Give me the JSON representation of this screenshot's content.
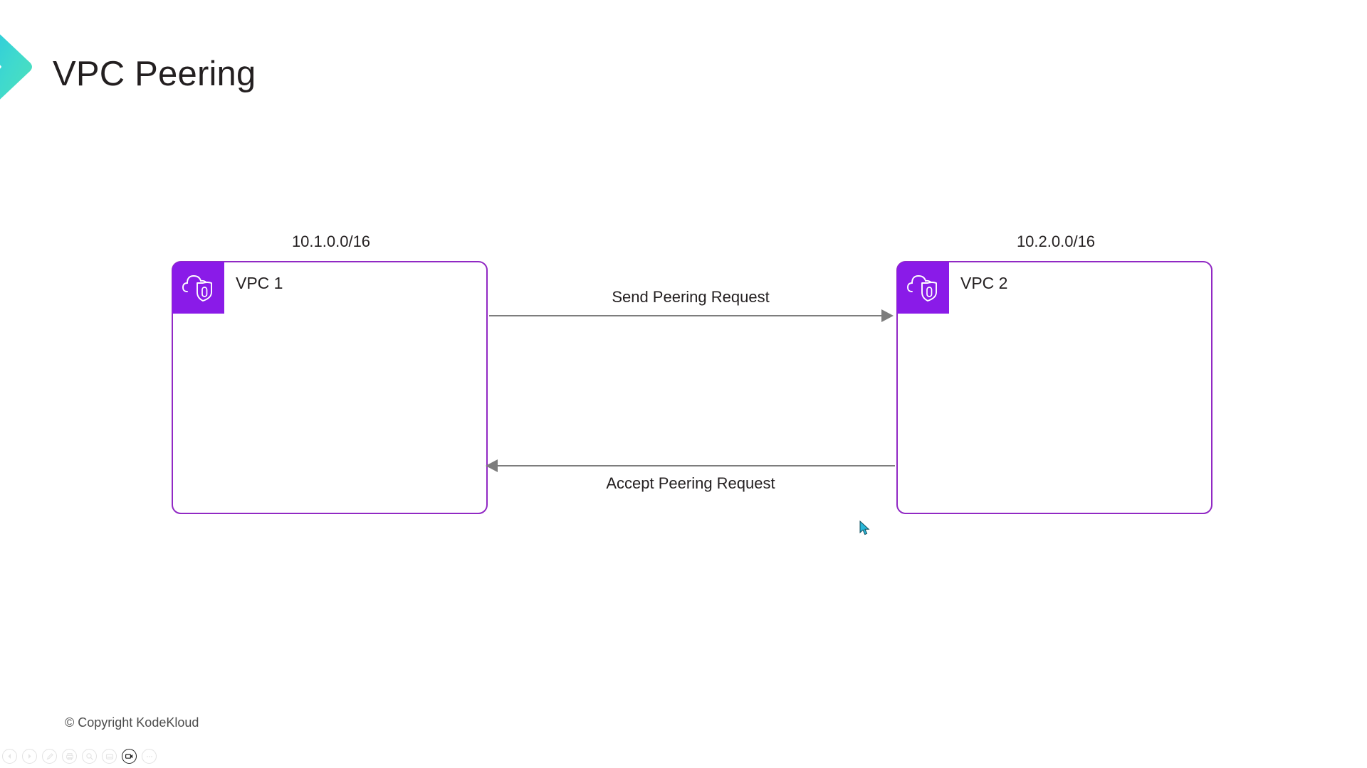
{
  "slide": {
    "title": "VPC Peering",
    "copyright": "© Copyright KodeKloud",
    "background_color": "#ffffff",
    "title_color": "#231f20"
  },
  "brand": {
    "logo_name": "kodekloud-chevron-logo",
    "gradient_start": "#2BC6E0",
    "gradient_end": "#4CE0B8"
  },
  "diagram": {
    "accent_purple": "#8A1BE8",
    "border_purple": "#9129C4",
    "arrow_gray": "#7d7d7d",
    "vpcs": [
      {
        "id": "vpc1",
        "name": "VPC 1",
        "cidr": "10.1.0.0/16",
        "icon": "cloud-shield-icon"
      },
      {
        "id": "vpc2",
        "name": "VPC 2",
        "cidr": "10.2.0.0/16",
        "icon": "cloud-shield-icon"
      }
    ],
    "connections": [
      {
        "id": "send",
        "label": "Send Peering Request",
        "direction": "right",
        "from": "VPC 1",
        "to": "VPC 2"
      },
      {
        "id": "accept",
        "label": "Accept Peering Request",
        "direction": "left",
        "from": "VPC 2",
        "to": "VPC 1"
      }
    ]
  },
  "toolbar": {
    "items": [
      {
        "icon": "previous-slide-icon",
        "active": false
      },
      {
        "icon": "play-slide-icon",
        "active": false
      },
      {
        "icon": "pen-annotate-icon",
        "active": false
      },
      {
        "icon": "print-icon",
        "active": false
      },
      {
        "icon": "zoom-search-icon",
        "active": false
      },
      {
        "icon": "presenter-screen-icon",
        "active": false
      },
      {
        "icon": "video-camera-icon",
        "active": true
      },
      {
        "icon": "more-options-icon",
        "active": false
      }
    ]
  },
  "cursor": {
    "name": "mouse-pointer",
    "color": "#29B6D8"
  }
}
